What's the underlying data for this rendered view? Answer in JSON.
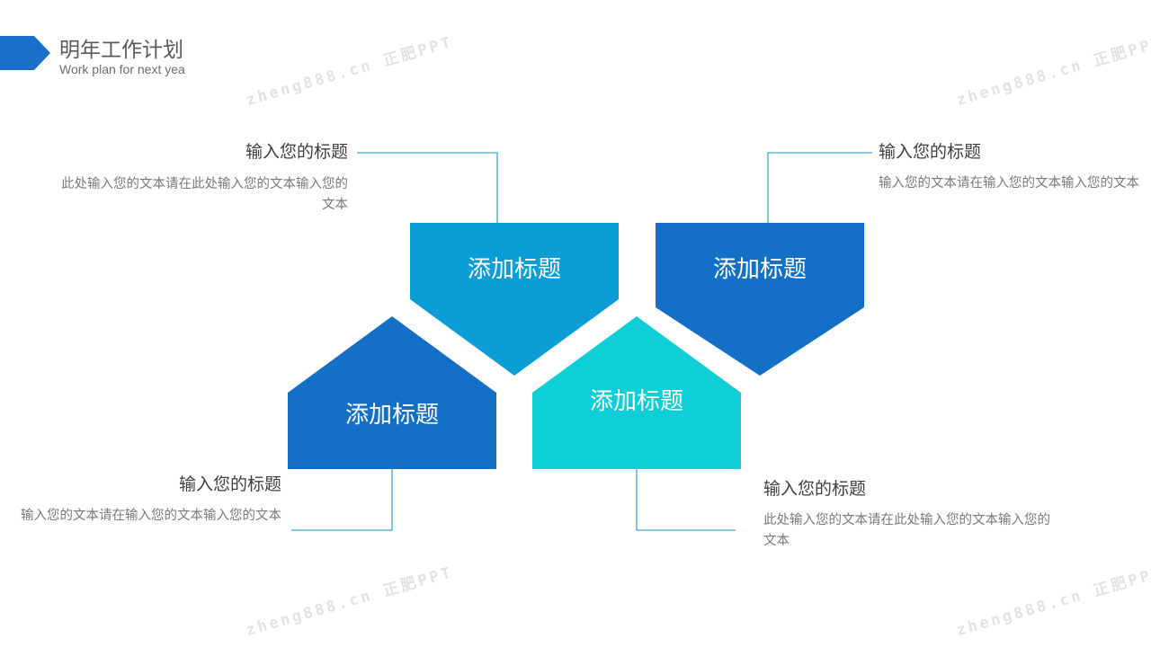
{
  "header": {
    "title": "明年工作计划",
    "subtitle": "Work plan for next yea",
    "accent_color": "#1a6fc8"
  },
  "blocks": [
    {
      "label": "添加标题",
      "color": "#0a9dd6",
      "shape": "arrow-down"
    },
    {
      "label": "添加标题",
      "color": "#1470c6",
      "shape": "arrow-down"
    },
    {
      "label": "添加标题",
      "color": "#1470c6",
      "shape": "arrow-up"
    },
    {
      "label": "添加标题",
      "color": "#0fcfd6",
      "shape": "arrow-up"
    }
  ],
  "items": [
    {
      "title": "输入您的标题",
      "desc": "此处输入您的文本请在此处输入您的文本输入您的文本"
    },
    {
      "title": "输入您的标题",
      "desc": "输入您的文本请在输入您的文本输入您的文本"
    },
    {
      "title": "输入您的标题",
      "desc": "输入您的文本请在输入您的文本输入您的文本"
    },
    {
      "title": "输入您的标题",
      "desc": "此处输入您的文本请在此处输入您的文本输入您的文本"
    }
  ],
  "connector_color": "#3aa7d8",
  "watermark": {
    "text": "zheng888.cn 正肥PPT"
  }
}
